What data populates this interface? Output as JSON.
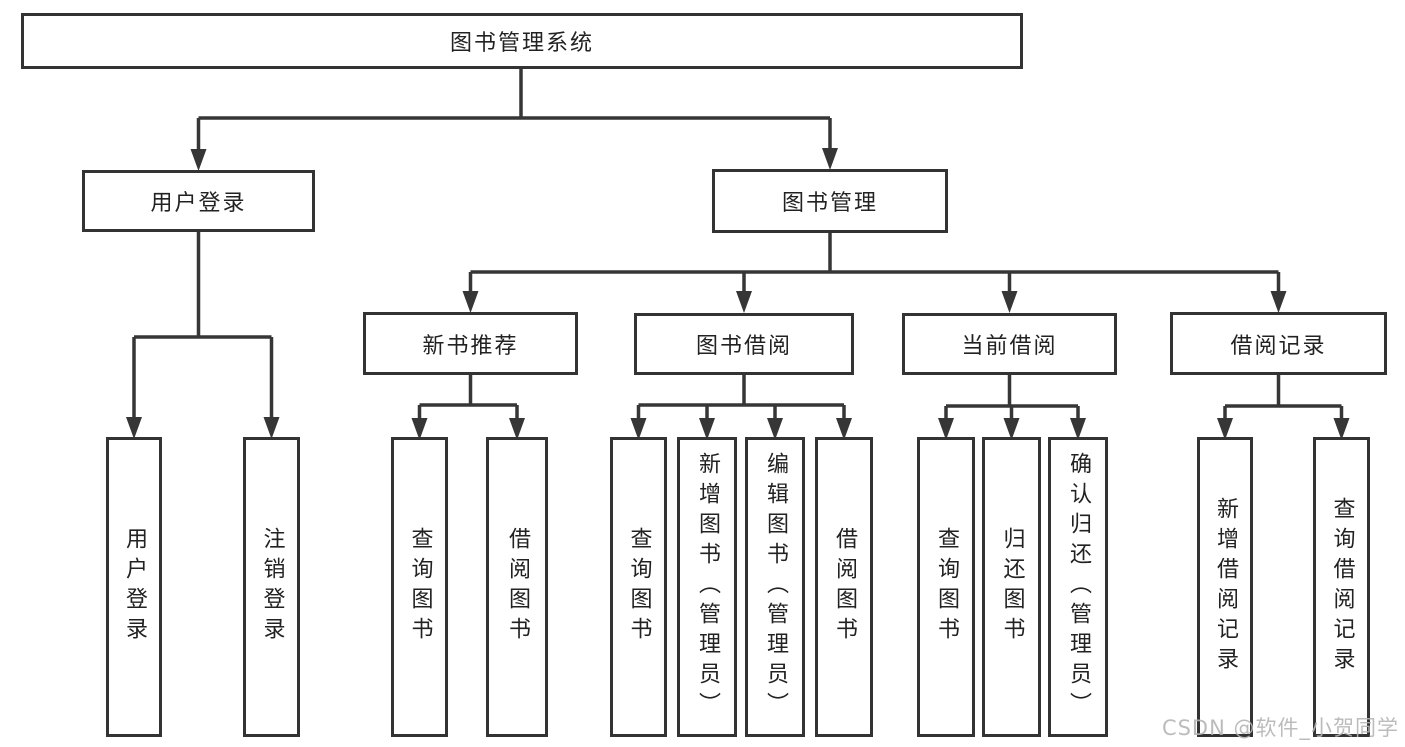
{
  "diagram": {
    "type": "hierarchy-tree",
    "tree": {
      "root": {
        "label": "图书管理系统"
      },
      "branches": [
        {
          "label": "用户登录",
          "children": [
            {
              "label": "用户登录"
            },
            {
              "label": "注销登录"
            }
          ]
        },
        {
          "label": "图书管理",
          "children": [
            {
              "label": "新书推荐",
              "children": [
                {
                  "label": "查询图书"
                },
                {
                  "label": "借阅图书"
                }
              ]
            },
            {
              "label": "图书借阅",
              "children": [
                {
                  "label": "查询图书"
                },
                {
                  "label": "新增图书（管理员）"
                },
                {
                  "label": "编辑图书（管理员）"
                },
                {
                  "label": "借阅图书"
                }
              ]
            },
            {
              "label": "当前借阅",
              "children": [
                {
                  "label": "查询图书"
                },
                {
                  "label": "归还图书"
                },
                {
                  "label": "确认归还（管理员）"
                }
              ]
            },
            {
              "label": "借阅记录",
              "children": [
                {
                  "label": "新增借阅记录"
                },
                {
                  "label": "查询借阅记录"
                }
              ]
            }
          ]
        }
      ]
    },
    "colors": {
      "line": "#363636",
      "box_border": "#333333",
      "text": "#222222",
      "background": "#ffffff",
      "watermark": "#b5b5b5"
    }
  },
  "watermark": {
    "text": "CSDN @软件_小贺同学"
  }
}
